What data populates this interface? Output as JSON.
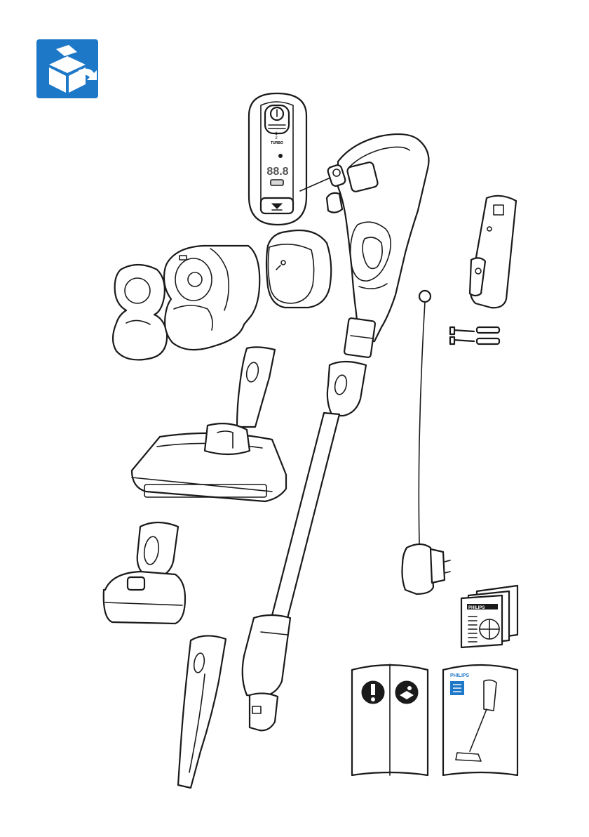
{
  "unpack_icon": {
    "color": "#1e78c8"
  },
  "handle_display": {
    "turbo_label": "TURBO",
    "speed_labels": [
      "1",
      "2"
    ],
    "digits": "88.8"
  },
  "leaflets": {
    "small_booklet_brand": "PHILIPS",
    "user_manual_brand": "PHILIPS",
    "brand_color": "#1e78c8"
  }
}
